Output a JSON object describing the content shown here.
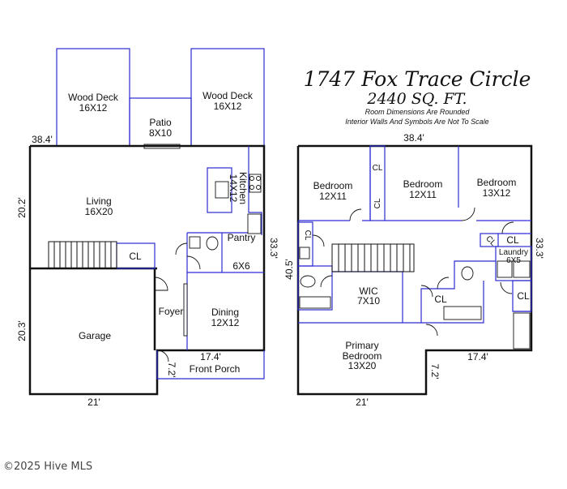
{
  "header": {
    "address": "1747 Fox Trace Circle",
    "sqft": "2440 SQ. FT.",
    "note1": "Room Dimensions Are Rounded",
    "note2": "Interior Walls And Symbols Are Not To Scale"
  },
  "first_floor": {
    "deck_left": {
      "name": "Wood Deck",
      "size": "16X12"
    },
    "deck_right": {
      "name": "Wood Deck",
      "size": "16X12"
    },
    "patio": {
      "name": "Patio",
      "size": "8X10"
    },
    "living": {
      "name": "Living",
      "size": "16X20"
    },
    "kitchen": {
      "name": "Kitchen",
      "size": "14X12"
    },
    "pantry": {
      "name": "Pantry",
      "size": "6X6"
    },
    "cl": "CL",
    "foyer": "Foyer",
    "dining": {
      "name": "Dining",
      "size": "12X12"
    },
    "garage": "Garage",
    "porch": "Front Porch",
    "dims": {
      "top": "38.4'",
      "left_upper": "20.2'",
      "left_lower": "20.3'",
      "right": "33.3'",
      "bottom": "21'",
      "porch_width": "17.4'",
      "porch_depth": "7.2'"
    }
  },
  "second_floor": {
    "bed_left": {
      "name": "Bedroom",
      "size": "12X11"
    },
    "bed_mid": {
      "name": "Bedroom",
      "size": "12X11"
    },
    "bed_right": {
      "name": "Bedroom",
      "size": "13X12"
    },
    "laundry": {
      "name": "Laundry",
      "size": "6X5"
    },
    "wic": {
      "name": "WIC",
      "size": "7X10"
    },
    "primary": {
      "name": "Primary",
      "line2": "Bedroom",
      "size": "13X20"
    },
    "cl": "CL",
    "dims": {
      "top": "38.4'",
      "left": "40.5'",
      "right": "33.3'",
      "bottom": "21'",
      "step_width": "17.4'",
      "step_depth": "7.2'"
    }
  },
  "copyright": "©2025 Hive MLS"
}
